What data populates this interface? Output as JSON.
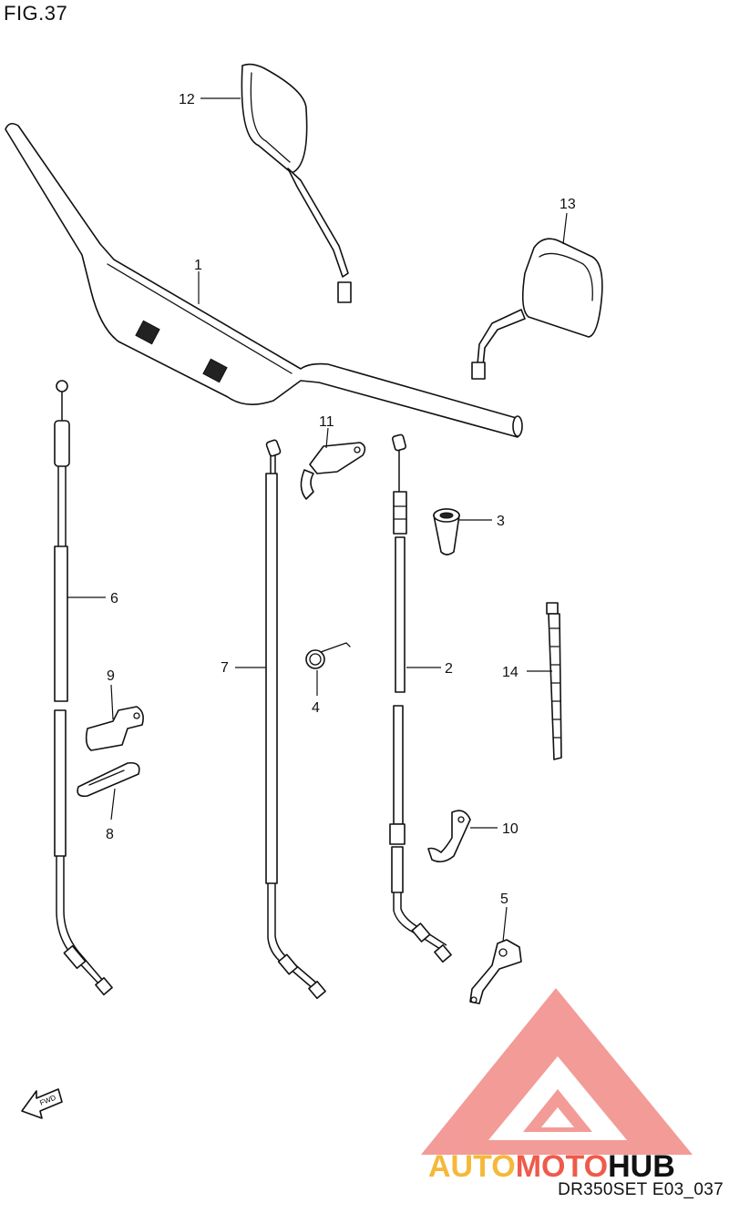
{
  "figure": {
    "title": "FIG.37",
    "code": "DR350SET E03_037"
  },
  "watermark": {
    "word_a": "AUTO",
    "word_b": "MOTO",
    "word_c": "HUB",
    "color_a": "#f5b83a",
    "color_b": "#ef5a4a",
    "color_c": "#111111"
  },
  "fwd_arrow": {
    "label": "FWD"
  },
  "callouts": {
    "n1": "1",
    "n2": "2",
    "n3": "3",
    "n4": "4",
    "n5": "5",
    "n6": "6",
    "n7": "7",
    "n8": "8",
    "n9": "9",
    "n10": "10",
    "n11": "11",
    "n12": "12",
    "n13": "13",
    "n14": "14"
  }
}
